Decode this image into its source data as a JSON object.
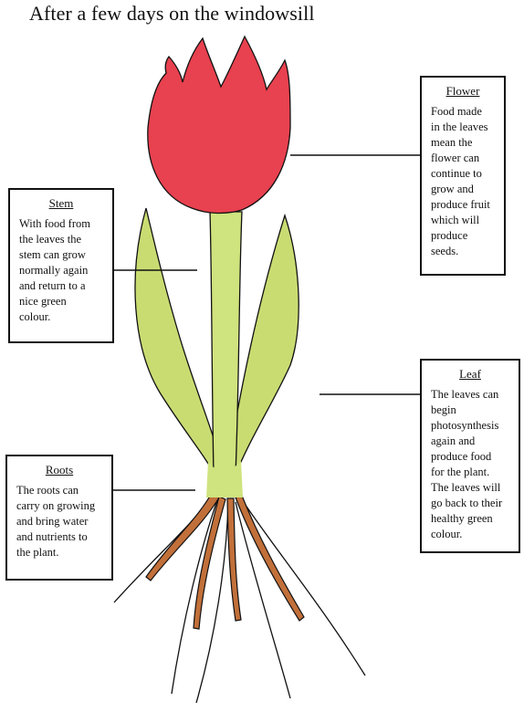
{
  "title": "After a few days on the windowsill",
  "labels": {
    "flower": {
      "heading": "Flower",
      "text": "Food made\nin the leaves\nmean the\nflower can\ncontinue to\ngrow and\nproduce fruit\nwhich will\nproduce\nseeds."
    },
    "stem": {
      "heading": "Stem",
      "text": "With food from\nthe leaves the\nstem can grow\nnormally again\nand return to a\nnice green\ncolour."
    },
    "leaf": {
      "heading": "Leaf",
      "text": "The leaves can\nbegin\nphotosynthesis\nagain and\nproduce food\nfor the plant.\nThe leaves will\ngo back to their\nhealthy green\ncolour."
    },
    "roots": {
      "heading": "Roots",
      "text": "The roots can\ncarry on growing\nand bring water\nand nutrients to\nthe plant."
    }
  },
  "colors": {
    "flower": "#e8414f",
    "leaf": "#c9dc72",
    "stem": "#cfe37e",
    "root": "#c2703a",
    "outline": "#111111"
  }
}
